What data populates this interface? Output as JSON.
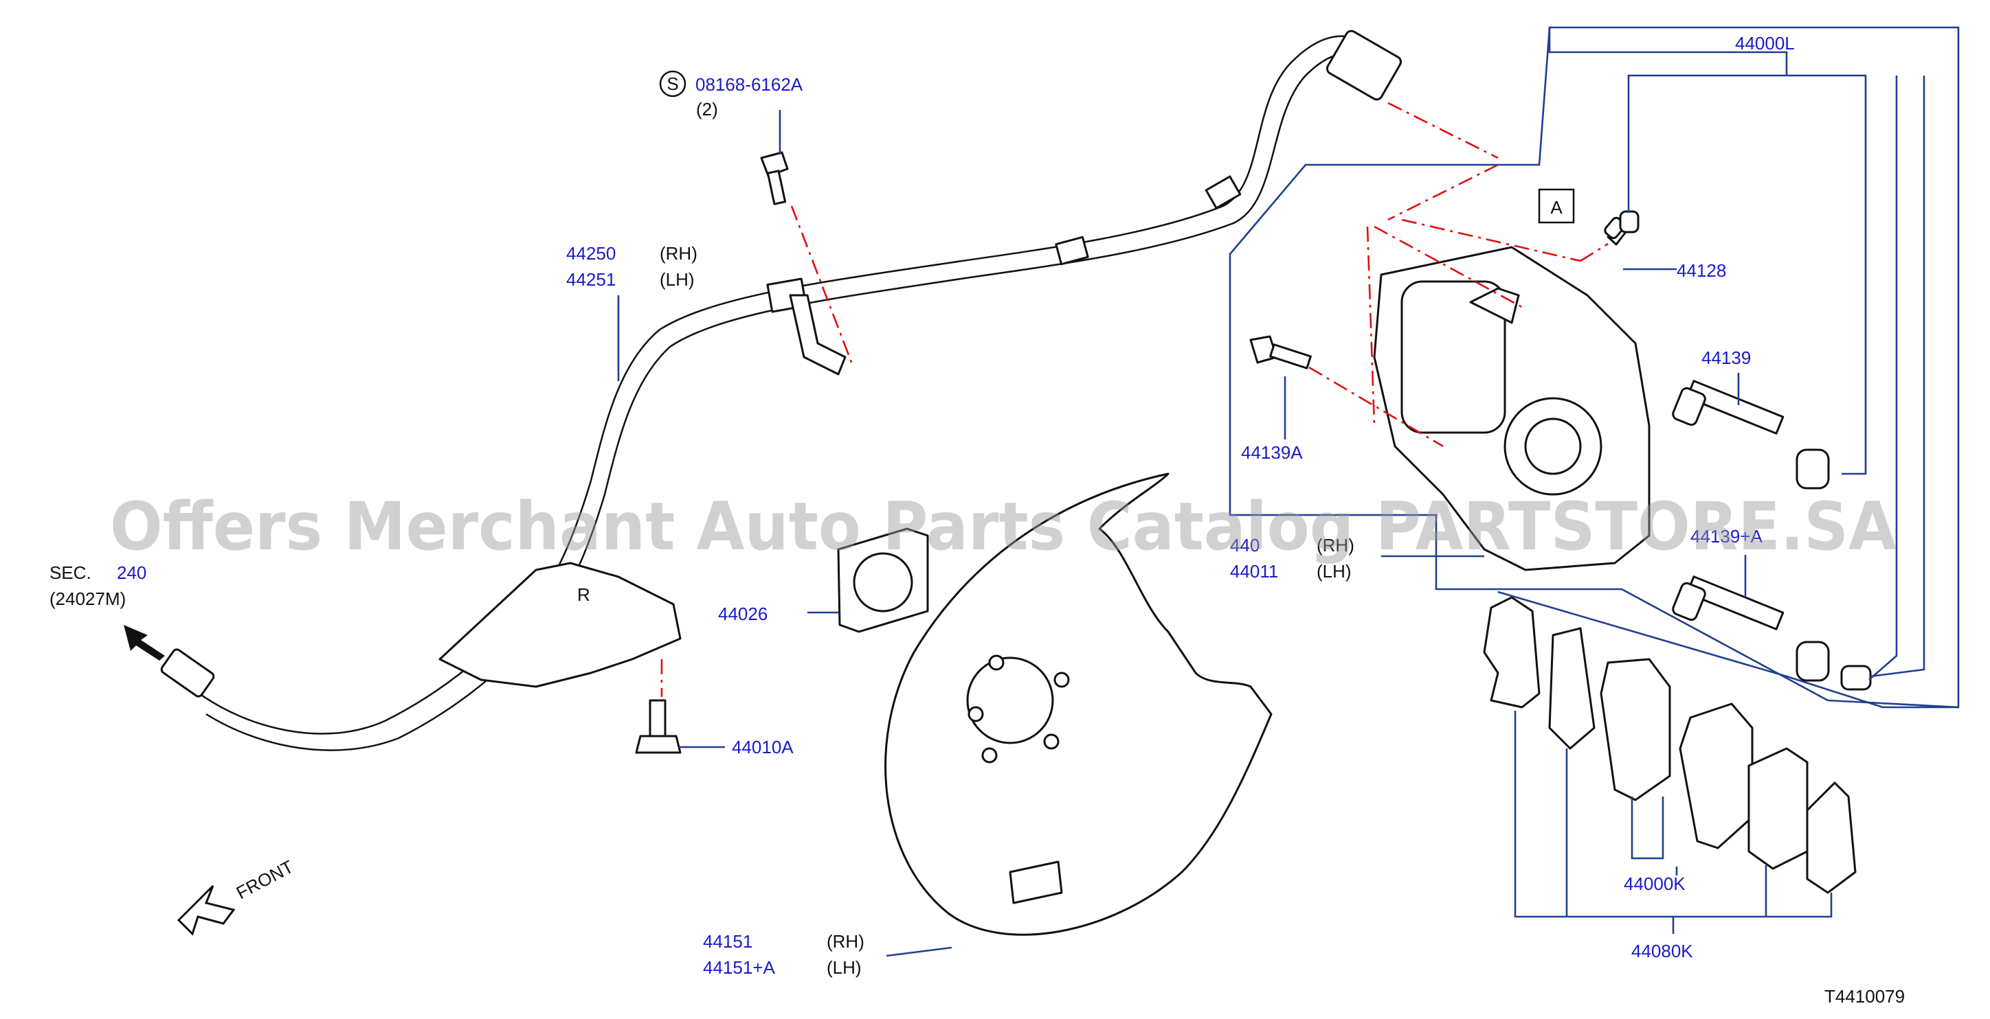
{
  "diagram": {
    "watermark": "Offers Merchant Auto Parts Catalog PARTSTORE.SA",
    "figure_code": "T4410079",
    "front_label": "FRONT",
    "section_ref": {
      "prefix": "SEC.",
      "number": "240",
      "sub": "(24027M)"
    },
    "screw": {
      "symbol": "S",
      "number": "08168-6162A",
      "qty": "(2)"
    },
    "callout_box": "A",
    "parts": {
      "p44250": {
        "number": "44250",
        "side": "(RH)"
      },
      "p44251": {
        "number": "44251",
        "side": "(LH)"
      },
      "p44026": {
        "number": "44026"
      },
      "p44010A": {
        "number": "44010A"
      },
      "p44151": {
        "number": "44151",
        "side": "(RH)"
      },
      "p44151A": {
        "number": "44151+A",
        "side": "(LH)"
      },
      "p44000L": {
        "number": "44000L"
      },
      "p44128": {
        "number": "44128"
      },
      "p44139": {
        "number": "44139"
      },
      "p44139A": {
        "number": "44139A"
      },
      "p44001": {
        "number": "440",
        "side": "(RH)"
      },
      "p44011": {
        "number": "44011",
        "side": "(LH)"
      },
      "p44139plusA": {
        "number": "44139+A"
      },
      "p44000K": {
        "number": "44000K"
      },
      "p44080K": {
        "number": "44080K"
      }
    }
  }
}
